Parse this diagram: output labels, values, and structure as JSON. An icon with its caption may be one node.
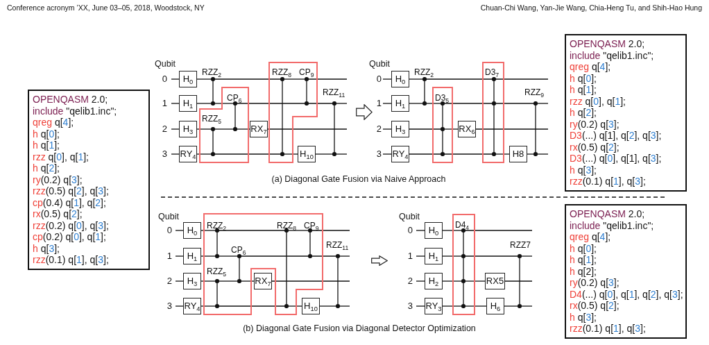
{
  "diagram": {
    "nodes": [
      {
        "text": [
          "OPENQASM 2.0;",
          "include \"qelib1.inc\";",
          "qreg q[4];",
          "h q[0];",
          "h q[1];",
          "rzz q[0], q[1];",
          "h q[2];",
          "ry(0.2) q[3];",
          "rzz(0.5) q[2], q[3];",
          "cp(0.4) q[1], q[2];",
          "rx(0.5) q[2];",
          "rzz(0.2) q[0], q[3];",
          "cp(0.2) q[0], q[1];",
          "h q[3];",
          "rzz(0.1) q[1], q[3];"
        ]
      },
      {
        "text": [
          "0"
        ]
      },
      {
        "text": [
          "1"
        ]
      },
      {
        "text": [
          "2"
        ]
      },
      {
        "text": [
          "3"
        ]
      },
      {
        "text": [
          "H$_{0}$"
        ]
      },
      {
        "text": [
          "H$_{1}$"
        ]
      },
      {
        "text": [
          "H$_{3}$"
        ]
      },
      {
        "text": [
          "RY$_{4}$"
        ]
      },
      {
        "text": [],
        "shape": "circle"
      },
      {
        "text": [],
        "shape": "circle"
      },
      {
        "text": [
          "CP$_{6}$",
          "RZZ$_{5}$"
        ]
      },
      {
        "text": [],
        "shape": "circle",
        "in": 11
      },
      {
        "text": [],
        "shape": "circle",
        "in": 11
      },
      {
        "text": [],
        "shape": "circle",
        "in": 11
      },
      {
        "text": [],
        "shape": "circle",
        "in": 11
      },
      {
        "text": [
          "RX$_{7}$"
        ]
      },
      {
        "text": [
          "RZZ$_{8}$",
          "CP$_{9}$"
        ]
      },
      {
        "text": [],
        "shape": "circle",
        "in": 17
      },
      {
        "text": [],
        "shape": "circle",
        "in": 17
      },
      {
        "text": [],
        "shape": "circle",
        "in": 17
      },
      {
        "text": [],
        "shape": "circle",
        "in": 17
      },
      {
        "text": [
          "H$_{10}$"
        ]
      },
      {
        "text": [],
        "shape": "circle"
      },
      {
        "text": [],
        "shape": "circle"
      },
      {
        "text": [
          "0"
        ]
      },
      {
        "text": [
          "1"
        ]
      },
      {
        "text": [
          "2"
        ]
      },
      {
        "text": [
          "3"
        ]
      },
      {
        "text": [
          "H$_{0}$"
        ]
      },
      {
        "text": [
          "H$_{1}$"
        ]
      },
      {
        "text": [
          "H$_{3}$"
        ]
      },
      {
        "text": [
          "RY$_{4}$"
        ]
      },
      {
        "text": [],
        "shape": "circle"
      },
      {
        "text": [],
        "shape": "circle"
      },
      {
        "text": [
          "D3$_{5}$"
        ]
      },
      {
        "text": [],
        "shape": "circle",
        "in": 35
      },
      {
        "text": [],
        "shape": "circle",
        "in": 35
      },
      {
        "text": [],
        "shape": "circle",
        "in": 35
      },
      {
        "text": [
          "RX$_{6}$"
        ]
      },
      {
        "text": [
          "D3$_{7}$"
        ]
      },
      {
        "text": [],
        "shape": "circle",
        "in": 40
      },
      {
        "text": [],
        "shape": "circle",
        "in": 40
      },
      {
        "text": [],
        "shape": "circle",
        "in": 40
      },
      {
        "text": [
          "H8"
        ]
      },
      {
        "text": [],
        "shape": "circle"
      },
      {
        "text": [],
        "shape": "circle"
      },
      {
        "text": [
          "OPENQASM 2.0;",
          "include \"qelib1.inc\";",
          "qreg q[4];",
          "h q[0];",
          "h q[1];",
          "rzz q[0], q[1];",
          "h q[2];",
          "ry(0.2) q[3];",
          "D3(...) q[1], q[2], q[3];",
          "rx(0.5) q[2];",
          "D3(...) q[0], q[1], q[3];",
          "h q[3];",
          "rzz(0.1) q[1], q[3];"
        ]
      },
      {
        "text": [
          "0"
        ]
      },
      {
        "text": [
          "1"
        ]
      },
      {
        "text": [
          "2"
        ]
      },
      {
        "text": [
          "3"
        ]
      },
      {
        "text": [
          "H$_{0}$"
        ]
      },
      {
        "text": [
          "H$_{1}$"
        ]
      },
      {
        "text": [
          "H$_{3}$"
        ]
      },
      {
        "text": [
          "RY$_{4}$"
        ]
      },
      {
        "text": [
          "RZZ$_{2}$",
          "RZZ$_{8}$",
          "CP$_{9}$",
          "CP$_{6}$",
          "RZZ$_{5}$"
        ]
      },
      {
        "text": [],
        "shape": "circle",
        "in": 56
      },
      {
        "text": [],
        "shape": "circle",
        "in": 56
      },
      {
        "text": [],
        "shape": "circle",
        "in": 56
      },
      {
        "text": [],
        "shape": "circle",
        "in": 56
      },
      {
        "text": [],
        "shape": "circle",
        "in": 56
      },
      {
        "text": [],
        "shape": "circle",
        "in": 56
      },
      {
        "text": [],
        "shape": "circle",
        "in": 56
      },
      {
        "text": [],
        "shape": "circle",
        "in": 56
      },
      {
        "text": [],
        "shape": "circle",
        "in": 56
      },
      {
        "text": [],
        "shape": "circle",
        "in": 56
      },
      {
        "text": [
          "RX$_{7}$"
        ]
      },
      {
        "text": [
          "H$_{10}$"
        ]
      },
      {
        "text": [],
        "shape": "circle"
      },
      {
        "text": [],
        "shape": "circle"
      },
      {
        "text": [
          "0"
        ]
      },
      {
        "text": [
          "1"
        ]
      },
      {
        "text": [
          "2"
        ]
      },
      {
        "text": [
          "3"
        ]
      },
      {
        "text": [
          "H$_{0}$"
        ]
      },
      {
        "text": [
          "H$_{1}$"
        ]
      },
      {
        "text": [
          "H$_{2}$"
        ]
      },
      {
        "text": [
          "RY$_{3}$"
        ]
      },
      {
        "text": [
          "D4$_{4}$"
        ]
      },
      {
        "text": [],
        "shape": "circle",
        "in": 79
      },
      {
        "text": [],
        "shape": "circle",
        "in": 79
      },
      {
        "text": [],
        "shape": "circle",
        "in": 79
      },
      {
        "text": [],
        "shape": "circle",
        "in": 79
      },
      {
        "text": [
          "RX5"
        ]
      },
      {
        "text": [
          "H$_{6}$"
        ]
      },
      {
        "text": [],
        "shape": "circle"
      },
      {
        "text": [],
        "shape": "circle"
      },
      {
        "text": [
          "OPENQASM 2.0;",
          "include \"qelib1.inc\";",
          "qreg q[4];",
          "h q[0];",
          "h q[1];",
          "h q[2];",
          "ry(0.2) q[3];",
          "D4(...) q[0], q[1], q[2], q[3];",
          "rx(0.5) q[2];",
          "h q[3];",
          "rzz(0.1) q[1], q[3];"
        ]
      }
    ],
    "edges": [
      {
        "from": 1,
        "to": 5,
        "arrow": "none"
      },
      {
        "from": 5,
        "to": 9,
        "arrow": "none"
      },
      {
        "from": 9,
        "to": 18,
        "arrow": "none"
      },
      {
        "from": 18,
        "to": 19,
        "arrow": "none"
      },
      {
        "from": 19,
        "to": null,
        "arrow": "none"
      },
      {
        "from": 2,
        "to": 6,
        "arrow": "none"
      },
      {
        "from": 6,
        "to": 10,
        "arrow": "none"
      },
      {
        "from": 10,
        "to": 12,
        "arrow": "none"
      },
      {
        "from": 12,
        "to": 20,
        "arrow": "none"
      },
      {
        "from": 20,
        "to": 23,
        "arrow": "none"
      },
      {
        "from": 23,
        "to": null,
        "arrow": "none"
      },
      {
        "from": 3,
        "to": 7,
        "arrow": "none"
      },
      {
        "from": 7,
        "to": 13,
        "arrow": "none"
      },
      {
        "from": 13,
        "to": 14,
        "arrow": "none"
      },
      {
        "from": 14,
        "to": 16,
        "arrow": "none"
      },
      {
        "from": 16,
        "to": null,
        "arrow": "none"
      },
      {
        "from": 4,
        "to": 8,
        "arrow": "none"
      },
      {
        "from": 8,
        "to": 15,
        "arrow": "none"
      },
      {
        "from": 15,
        "to": 21,
        "arrow": "none"
      },
      {
        "from": 21,
        "to": 22,
        "arrow": "none"
      },
      {
        "from": 22,
        "to": 24,
        "arrow": "none"
      },
      {
        "from": 24,
        "to": null,
        "arrow": "none"
      },
      {
        "from": 9,
        "to": 10,
        "arrow": "none"
      },
      {
        "from": 13,
        "to": 15,
        "arrow": "none"
      },
      {
        "from": 12,
        "to": 14,
        "arrow": "none"
      },
      {
        "from": 18,
        "to": 21,
        "arrow": "none"
      },
      {
        "from": 19,
        "to": 20,
        "arrow": "none"
      },
      {
        "from": 23,
        "to": 24,
        "arrow": "none"
      },
      {
        "from": 25,
        "to": 29,
        "arrow": "none"
      },
      {
        "from": 29,
        "to": 33,
        "arrow": "none"
      },
      {
        "from": 33,
        "to": 41,
        "arrow": "none"
      },
      {
        "from": 41,
        "to": null,
        "arrow": "none"
      },
      {
        "from": 26,
        "to": 30,
        "arrow": "none"
      },
      {
        "from": 30,
        "to": 34,
        "arrow": "none"
      },
      {
        "from": 34,
        "to": 36,
        "arrow": "none"
      },
      {
        "from": 36,
        "to": 42,
        "arrow": "none"
      },
      {
        "from": 42,
        "to": 45,
        "arrow": "none"
      },
      {
        "from": 45,
        "to": null,
        "arrow": "none"
      },
      {
        "from": 27,
        "to": 31,
        "arrow": "none"
      },
      {
        "from": 31,
        "to": 37,
        "arrow": "none"
      },
      {
        "from": 37,
        "to": 39,
        "arrow": "none"
      },
      {
        "from": 39,
        "to": null,
        "arrow": "none"
      },
      {
        "from": 28,
        "to": 32,
        "arrow": "none"
      },
      {
        "from": 32,
        "to": 38,
        "arrow": "none"
      },
      {
        "from": 38,
        "to": 43,
        "arrow": "none"
      },
      {
        "from": 43,
        "to": 44,
        "arrow": "none"
      },
      {
        "from": 44,
        "to": 46,
        "arrow": "none"
      },
      {
        "from": 46,
        "to": null,
        "arrow": "none"
      },
      {
        "from": 33,
        "to": 34,
        "arrow": "none"
      },
      {
        "from": 36,
        "to": 37,
        "arrow": "none"
      },
      {
        "from": 37,
        "to": 38,
        "arrow": "none"
      },
      {
        "from": 41,
        "to": 42,
        "arrow": "none"
      },
      {
        "from": 42,
        "to": 43,
        "arrow": "none"
      },
      {
        "from": 45,
        "to": 46,
        "arrow": "none"
      },
      {
        "from": 48,
        "to": 52,
        "arrow": "none"
      },
      {
        "from": 52,
        "to": 57,
        "arrow": "none"
      },
      {
        "from": 57,
        "to": 58,
        "arrow": "none"
      },
      {
        "from": 58,
        "to": 59,
        "arrow": "none"
      },
      {
        "from": 59,
        "to": null,
        "arrow": "none"
      },
      {
        "from": 49,
        "to": 53,
        "arrow": "none"
      },
      {
        "from": 53,
        "to": 60,
        "arrow": "none"
      },
      {
        "from": 60,
        "to": 61,
        "arrow": "none"
      },
      {
        "from": 61,
        "to": 62,
        "arrow": "none"
      },
      {
        "from": 62,
        "to": 69,
        "arrow": "none"
      },
      {
        "from": 69,
        "to": null,
        "arrow": "none"
      },
      {
        "from": 50,
        "to": 54,
        "arrow": "none"
      },
      {
        "from": 54,
        "to": 63,
        "arrow": "none"
      },
      {
        "from": 63,
        "to": 64,
        "arrow": "none"
      },
      {
        "from": 64,
        "to": 67,
        "arrow": "none"
      },
      {
        "from": 67,
        "to": null,
        "arrow": "none"
      },
      {
        "from": 51,
        "to": 55,
        "arrow": "none"
      },
      {
        "from": 55,
        "to": 65,
        "arrow": "none"
      },
      {
        "from": 65,
        "to": 66,
        "arrow": "none"
      },
      {
        "from": 66,
        "to": 68,
        "arrow": "none"
      },
      {
        "from": 68,
        "to": 70,
        "arrow": "none"
      },
      {
        "from": 70,
        "to": null,
        "arrow": "none"
      },
      {
        "from": 57,
        "to": 60,
        "arrow": "none"
      },
      {
        "from": 63,
        "to": 65,
        "arrow": "none"
      },
      {
        "from": 61,
        "to": 64,
        "arrow": "none"
      },
      {
        "from": 58,
        "to": 66,
        "arrow": "none"
      },
      {
        "from": 59,
        "to": 62,
        "arrow": "none"
      },
      {
        "from": 69,
        "to": 70,
        "arrow": "none"
      },
      {
        "from": 71,
        "to": 75,
        "arrow": "none"
      },
      {
        "from": 75,
        "to": 80,
        "arrow": "none"
      },
      {
        "from": 80,
        "to": null,
        "arrow": "none"
      },
      {
        "from": 72,
        "to": 76,
        "arrow": "none"
      },
      {
        "from": 76,
        "to": 81,
        "arrow": "none"
      },
      {
        "from": 81,
        "to": 86,
        "arrow": "none"
      },
      {
        "from": 86,
        "to": null,
        "arrow": "none"
      },
      {
        "from": 73,
        "to": 77,
        "arrow": "none"
      },
      {
        "from": 77,
        "to": 82,
        "arrow": "none"
      },
      {
        "from": 82,
        "to": 84,
        "arrow": "none"
      },
      {
        "from": 84,
        "to": null,
        "arrow": "none"
      },
      {
        "from": 74,
        "to": 78,
        "arrow": "none"
      },
      {
        "from": 78,
        "to": 83,
        "arrow": "none"
      },
      {
        "from": 83,
        "to": 85,
        "arrow": "none"
      },
      {
        "from": 85,
        "to": 87,
        "arrow": "none"
      },
      {
        "from": 87,
        "to": null,
        "arrow": "none"
      },
      {
        "from": 80,
        "to": 81,
        "arrow": "none"
      },
      {
        "from": 81,
        "to": 82,
        "arrow": "none"
      },
      {
        "from": 82,
        "to": 83,
        "arrow": "none"
      },
      {
        "from": 86,
        "to": 87,
        "arrow": "none"
      }
    ],
    "labels": [
      "Conference acronym ’XX, June 03–05, 2018, Woodstock, NY",
      "Chuan-Chi Wang, Yan-Jie Wang, Chia-Heng Tu, and Shih-Hao Hung",
      "Qubit",
      "RZZ$_{2}$",
      "RZZ$_{11}$",
      "Qubit",
      "RZZ$_{2}$",
      "RZZ$_{9}$",
      "(a) Diagonal Gate Fusion via Naive Approach",
      "Qubit",
      "RZZ$_{11}$",
      "Qubit",
      "RZZ7",
      "(b) Diagonal Gate Fusion via Diagonal Detector Optimization"
    ]
  }
}
